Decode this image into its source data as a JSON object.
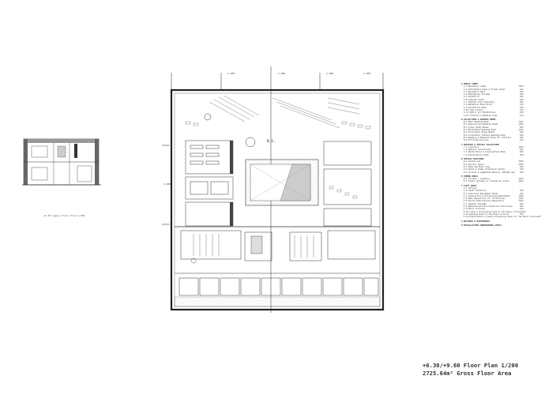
{
  "key_plan": {
    "caption": "+6.30 Legacy Floor Plan 1/200"
  },
  "plan": {
    "room_label": "B.1.",
    "axis_labels": [
      "1.200",
      "1.200",
      "1.200",
      "1.200",
      "1.200"
    ]
  },
  "legend": {
    "sections": [
      {
        "title": "A PUBLIC LOBBY",
        "items": [
          [
            "A.1 Reception Lobby",
            "300m²"
          ],
          [
            "A.2 Information Desk & Ticket Sales",
            "10m²"
          ],
          [
            "A.3 Reception Hall",
            "30m²"
          ],
          [
            "A.4 Belongings Storage",
            "20m²"
          ],
          [
            "A.5 Cafeteria",
            "80m²"
          ],
          [
            "A.6 Computer Room",
            "30m²"
          ],
          [
            "A.7 Digital Info Terminals",
            "20m²"
          ],
          [
            "A.8 Reception Book Point",
            "10m²"
          ],
          [
            "A.9 Exhibition Room",
            "20m²"
          ],
          [
            "A.10 Copy Centre",
            "10m²"
          ],
          [
            "A.11 Public Art Exhibitions",
            "40m²"
          ],
          [
            "A.12 Children's Reading Area",
            "15m²"
          ]
        ]
      },
      {
        "title": "B COLLECTIONS & READING ROOMS",
        "items": [
          [
            "B.1 Main Reading Room",
            "700m²"
          ],
          [
            "B.2 Specialised Reading Rooms",
            "100m²"
          ],
          [
            "B.3 Group Study Rooms",
            "60m²"
          ],
          [
            "B.4 Multimedia Reading Room",
            "120m²"
          ],
          [
            "B.5 Individual Study Rooms",
            "40m²"
          ],
          [
            "B.6 Accessible Textual Reading Room",
            "40m²"
          ],
          [
            "B.7 Reading & Research Room for Scholars",
            "40m²"
          ],
          [
            "B.8 Printing Services",
            "10m²"
          ]
        ]
      },
      {
        "title": "C ARCHIVES & SPECIAL COLLECTIONS",
        "items": [
          [
            "C.1 Logistics",
            "100m²"
          ],
          [
            "C.2 Special Collections",
            "40m²"
          ],
          [
            "C.3 Restoration & Conservation Room",
            "40m²"
          ],
          [
            "C.4 Digitisation Room",
            "40m²"
          ]
        ]
      },
      {
        "title": "D SPECIAL FUNCTIONS",
        "items": [
          [
            "D.1 Auditorium",
            "300m²"
          ],
          [
            "D.2 Gallery Space",
            "200m²"
          ],
          [
            "D.3 Shop and Book area",
            "30m²"
          ],
          [
            "D.4 Audio & Video Production Studio",
            "70m²"
          ],
          [
            "D.5 Virtual & Augmented Reality (VR/AR) Lab",
            "40m²"
          ]
        ]
      },
      {
        "title": "E COMMON AREAS",
        "items": [
          [
            "E.1 Toilets / Lavatory",
            "200m²"
          ],
          [
            "E.2 Indoor gardens or relaxation areas",
            "200m²"
          ]
        ]
      },
      {
        "title": "F STAFF AREAS",
        "items": [
          [
            "F.1 Offices",
            ""
          ],
          [
            "F.2 Staff Cafeteria",
            "50m²"
          ],
          [
            "F.3 Technical Equipment Rooms",
            "40m²"
          ],
          [
            "F.4 Acquisition & Processing Department",
            "100m²"
          ],
          [
            "F.5 Main Repository for Collections",
            "150m²"
          ],
          [
            "F.6 Serial Publications Repository",
            "100m²"
          ],
          [
            "F.7 General Storage",
            "50m²"
          ],
          [
            "F.8 Administrative & Technical Facilities",
            "60m²"
          ],
          [
            "F.9 Music Archives",
            "40m²"
          ],
          [
            "F.10 Loans & Processing Area of the Music Archive",
            "40m²"
          ],
          [
            "F.11 Reading Room of the Music Archive",
            "30m²"
          ],
          [
            "F.12 Digitisation & Audio Processing Room for the Music Archive",
            "40m²"
          ]
        ]
      },
      {
        "title": "G DELIVERY & MAINTENANCE",
        "items": []
      },
      {
        "title": "H INSTALLATIONS UNDERGROUND LEVELS",
        "items": []
      }
    ]
  },
  "title_block": {
    "line1": "+6.30/+9.60 Floor Plan 1/200",
    "line2": "2725.64m² Gross Floor Area"
  },
  "colors": {
    "line": "#333333",
    "hatch": "#999999",
    "paper": "#ffffff"
  }
}
